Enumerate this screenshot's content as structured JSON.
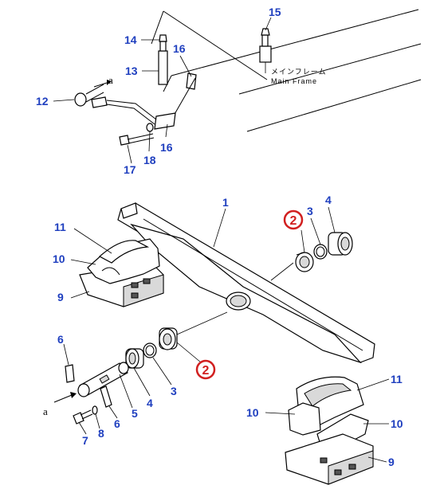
{
  "callouts": [
    {
      "id": "c15",
      "text": "15"
    },
    {
      "id": "c14",
      "text": "14"
    },
    {
      "id": "c16a",
      "text": "16"
    },
    {
      "id": "c13",
      "text": "13"
    },
    {
      "id": "c12",
      "text": "12"
    },
    {
      "id": "c16b",
      "text": "16"
    },
    {
      "id": "c17",
      "text": "17"
    },
    {
      "id": "c18",
      "text": "18"
    },
    {
      "id": "c1",
      "text": "1"
    },
    {
      "id": "c3a",
      "text": "3"
    },
    {
      "id": "c4a",
      "text": "4"
    },
    {
      "id": "c11a",
      "text": "11"
    },
    {
      "id": "c10a",
      "text": "10"
    },
    {
      "id": "c9a",
      "text": "9"
    },
    {
      "id": "c6a",
      "text": "6"
    },
    {
      "id": "c4b",
      "text": "4"
    },
    {
      "id": "c3b",
      "text": "3"
    },
    {
      "id": "c5",
      "text": "5"
    },
    {
      "id": "c6b",
      "text": "6"
    },
    {
      "id": "c7",
      "text": "7"
    },
    {
      "id": "c8",
      "text": "8"
    },
    {
      "id": "c11b",
      "text": "11"
    },
    {
      "id": "c10b",
      "text": "10"
    },
    {
      "id": "c10c",
      "text": "10"
    },
    {
      "id": "c9b",
      "text": "9"
    }
  ],
  "highlighted": [
    {
      "id": "h2a",
      "text": "2"
    },
    {
      "id": "h2b",
      "text": "2"
    }
  ],
  "letters": [
    {
      "id": "a1",
      "text": "a"
    },
    {
      "id": "a2",
      "text": "a"
    }
  ],
  "main_frame": {
    "japanese": "メインフレーム",
    "english": "Main Frame"
  },
  "colors": {
    "callout": "#1f3fbf",
    "highlight": "#d11f1f"
  }
}
